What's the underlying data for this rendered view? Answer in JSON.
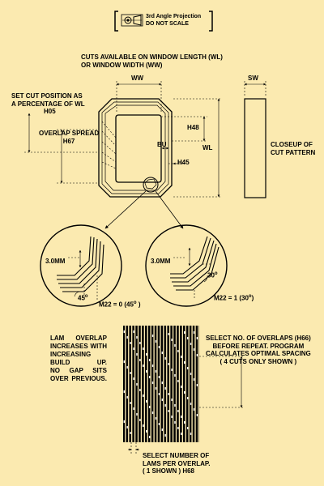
{
  "projection": {
    "line1": "3rd Angle Projection",
    "line2": "DO NOT SCALE"
  },
  "top_note": {
    "line1": "CUTS AVAILABLE ON WINDOW LENGTH (WL)",
    "line2": "OR WINDOW WIDTH (WW)"
  },
  "dims": {
    "ww": "WW",
    "sw": "SW",
    "wl": "WL",
    "h48": "H48",
    "bu": "BU",
    "h45": "H45"
  },
  "cut_position": {
    "line1": "SET CUT POSITION AS",
    "line2": "A PERCENTAGE OF WL",
    "code": "H05"
  },
  "overlap_spread": {
    "line1": "OVERLAP SPREAD",
    "code": "H67"
  },
  "closeup_label": {
    "line1": "CLOSEUP OF",
    "line2": "CUT PATTERN"
  },
  "detail_left": {
    "dim": "3.0MM",
    "angle": "45",
    "formula": "M22 = 0 (45",
    "close": ")"
  },
  "detail_right": {
    "dim": "3.0MM",
    "angle": "30",
    "formula": "M22 = 1 (30",
    "close": ")"
  },
  "lam_note": [
    "LAM OVERLAP",
    "INCREASES WITH",
    "INCREASING",
    "BUILD UP.",
    "NO GAP SITS",
    "OVER PREVIOUS."
  ],
  "overlaps_note": [
    "SELECT NO. OF OVERLAPS (H66)",
    "BEFORE REPEAT. PROGRAM",
    "CALCULATES OPTIMAL SPACING",
    "( 4 CUTS ONLY SHOWN )"
  ],
  "lams_note": [
    "SELECT NUMBER OF",
    "LAMS PER OVERLAP.",
    "( 1 SHOWN ) H68"
  ]
}
